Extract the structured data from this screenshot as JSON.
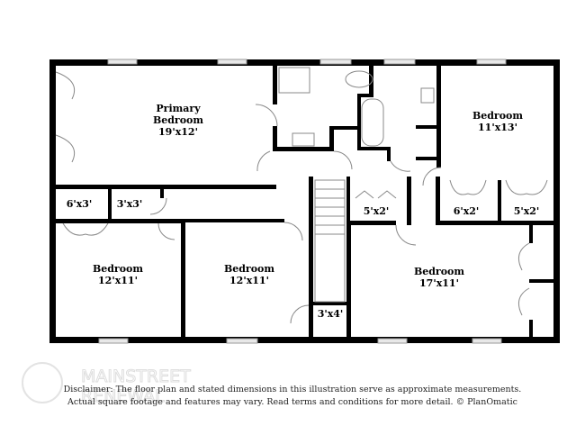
{
  "rooms": {
    "primary": {
      "line1": "Primary",
      "line2": "Bedroom",
      "dim": "19'x12'"
    },
    "bedroom_ne": {
      "name": "Bedroom",
      "dim": "11'x13'"
    },
    "bedroom_sw": {
      "name": "Bedroom",
      "dim": "12'x11'"
    },
    "bedroom_s": {
      "name": "Bedroom",
      "dim": "12'x11'"
    },
    "bedroom_se": {
      "name": "Bedroom",
      "dim": "17'x11'"
    },
    "closets": [
      "6'x3'",
      "3'x3'",
      "5'x2'",
      "6'x2'",
      "5'x2'",
      "3'x4'"
    ]
  },
  "watermark": {
    "line1": "MAINSTREET",
    "line2": "RENEWAL"
  },
  "disclaimer": {
    "line1": "Disclaimer: The floor plan and stated dimensions in this illustration serve as approximate measurements.",
    "line2": "Actual square footage and features may vary. Read terms and conditions for more detail. © PlanOmatic"
  }
}
